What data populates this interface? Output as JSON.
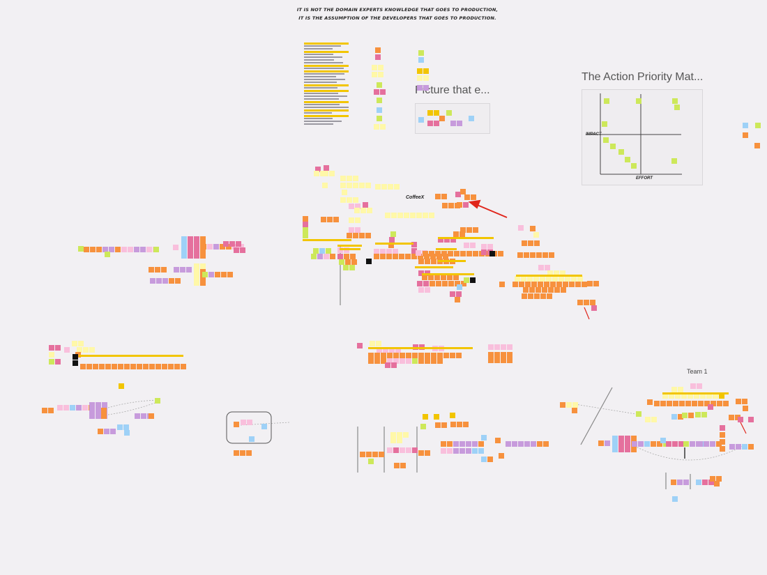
{
  "board": {
    "quote": {
      "line1": "It is not the domain experts knowledge that goes to production,",
      "line2": "it is the assumption of the developers that goes to production."
    },
    "frames": {
      "picture_title": "Picture that e...",
      "matrix_title": "The Action Priority Mat...",
      "matrix_y_axis": "IMPACT",
      "matrix_x_axis": "EFFORT"
    },
    "labels": {
      "coffeex": "CoffeeX",
      "team1": "Team 1"
    }
  },
  "colors": {
    "background": "#f2f0f3",
    "orange": "#f7913d",
    "pink": "#f9bfdc",
    "yellow": "#fff8a8",
    "green": "#cde85a",
    "blue": "#9ed1f7",
    "violet": "#c79bdc",
    "magenta": "#e5709d",
    "gold": "#f2c500",
    "black": "#111111",
    "arrow_red": "#e0251b"
  }
}
